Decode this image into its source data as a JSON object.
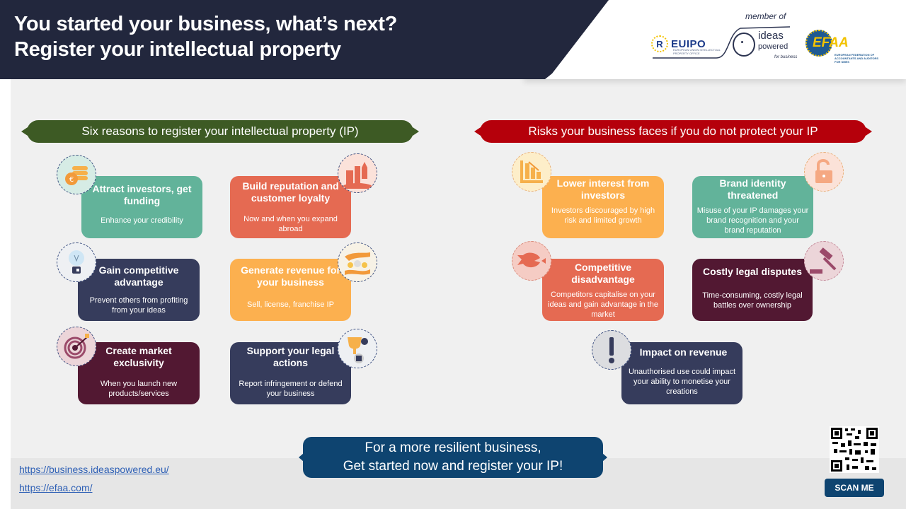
{
  "header": {
    "title_line1": "You started your business, what’s next?",
    "title_line2": "Register your intellectual property",
    "member_of": "member of",
    "logos": {
      "euipo": {
        "name": "EUIPO",
        "subtitle": "EUROPEAN UNION INTELLECTUAL PROPERTY OFFICE"
      },
      "ideas_powered": {
        "line1": "ideas",
        "line2": "powered",
        "line3": "for business"
      },
      "efaa": {
        "name": "EFAA",
        "subtitle": "EUROPEAN FEDERATION OF ACCOUNTANTS AND AUDITORS FOR SMES"
      }
    },
    "colors": {
      "navy": "#22273d"
    }
  },
  "reasons": {
    "banner": "Six reasons to register your intellectual property (IP)",
    "banner_color": "#3d5a24",
    "items": [
      {
        "title": "Attract investors, get funding",
        "desc": "Enhance your credibility",
        "color": "#62b39a",
        "icon": "coins-icon"
      },
      {
        "title": "Build reputation and customer loyalty",
        "desc": "Now and when you expand abroad",
        "color": "#e56a52",
        "icon": "city-rocket-icon"
      },
      {
        "title": "Gain competitive advantage",
        "desc": "Prevent others from profiting from your ideas",
        "color": "#363c5c",
        "icon": "lightbulb-icon"
      },
      {
        "title": "Generate revenue for your business",
        "desc": "Sell, license, franchise IP",
        "color": "#fcb04f",
        "icon": "hands-coins-icon"
      },
      {
        "title": "Create market exclusivity",
        "desc": "When you launch new products/services",
        "color": "#521832",
        "icon": "target-icon"
      },
      {
        "title": "Support your legal actions",
        "desc": "Report infringement or defend your business",
        "color": "#363c5c",
        "icon": "trophy-icon"
      }
    ]
  },
  "risks": {
    "banner": "Risks your business faces if you do not protect your IP",
    "banner_color": "#b5000b",
    "items": [
      {
        "title": "Lower interest from investors",
        "desc": "Investors discouraged by high risk and limited growth",
        "color": "#fcb04f",
        "icon": "declining-chart-icon"
      },
      {
        "title": "Brand identity threatened",
        "desc": "Misuse of your IP damages your brand recognition and your brand reputation",
        "color": "#62b39a",
        "icon": "unlocked-padlock-icon"
      },
      {
        "title": "Competitive disadvantage",
        "desc": "Competitors capitalise on your ideas and gain advantage in the market",
        "color": "#e56a52",
        "icon": "big-fish-icon"
      },
      {
        "title": "Costly legal disputes",
        "desc": "Time-consuming, costly legal battles over ownership",
        "color": "#521832",
        "icon": "gavel-icon"
      },
      {
        "title": "Impact on revenue",
        "desc": "Unauthorised use could impact your ability to monetise your creations",
        "color": "#363c5c",
        "icon": "exclamation-icon"
      }
    ]
  },
  "footer": {
    "cta_line1": "For a more resilient business,",
    "cta_line2": "Get started now and register your IP!",
    "links": [
      "https://business.ideaspowered.eu/",
      "https://efaa.com/"
    ],
    "scan_label": "SCAN ME"
  }
}
